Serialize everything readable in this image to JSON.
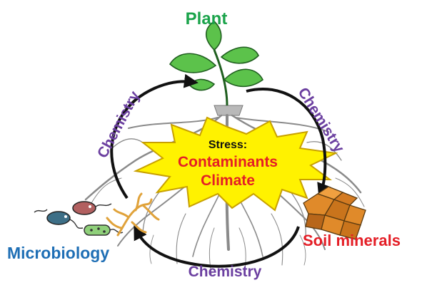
{
  "diagram": {
    "nodes": {
      "plant": "Plant",
      "microbiology": "Microbiology",
      "soil_minerals": "Soil minerals"
    },
    "edge_label": "Chemistry",
    "center": {
      "line1": "Stress:",
      "line2": "Contaminants",
      "line3": "Climate"
    }
  },
  "colors": {
    "plant": "#1aa34a",
    "microbiology": "#1f6fb5",
    "soil_minerals": "#e41e26",
    "chemistry": "#6b3fa0",
    "stress_text": "#111111",
    "contaminants_text": "#e41e26",
    "starburst_fill": "#fff200",
    "starburst_stroke": "#c8a000",
    "arrow": "#111111",
    "roots": "#8a8a8a"
  },
  "icons": [
    "plant-seedling-icon",
    "bacteria-icon",
    "fungal-hyphae-icon",
    "mineral-crystals-icon",
    "roots-icon"
  ]
}
